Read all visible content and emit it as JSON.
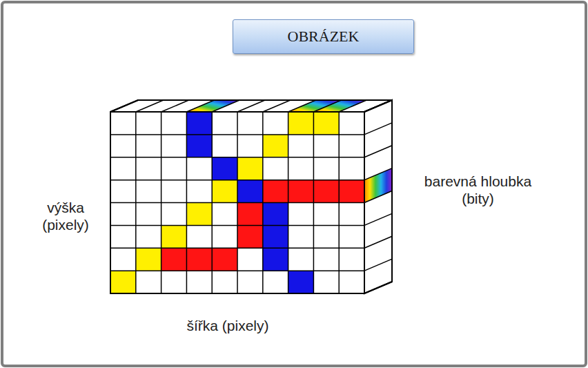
{
  "diagram": {
    "nodes": [
      {
        "text": [
          "OBRÁZEK"
        ]
      }
    ],
    "labels": [
      "výška (pixely)",
      "barevná hloubka (bity)",
      "šířka (pixely)"
    ]
  }
}
